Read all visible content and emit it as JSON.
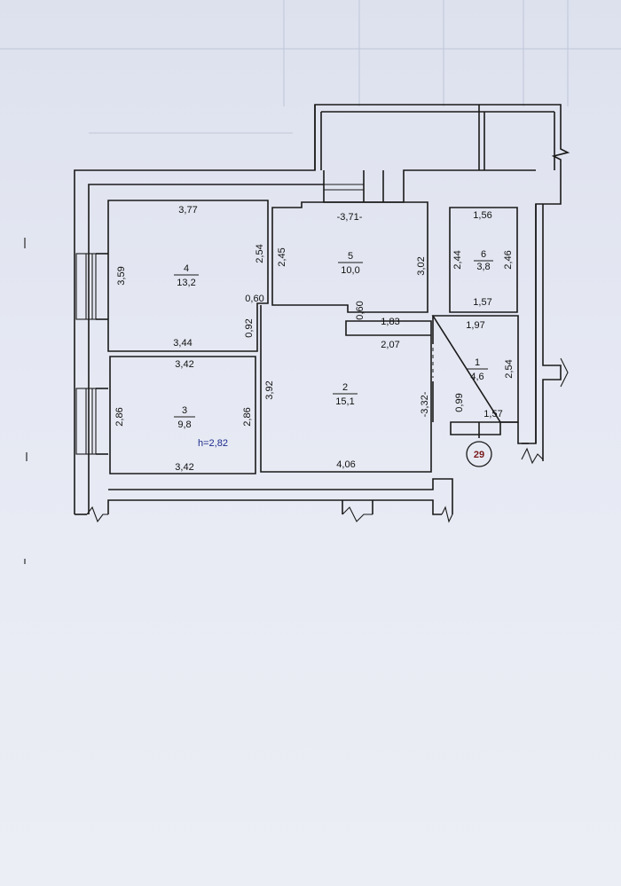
{
  "rooms": [
    {
      "number": "4",
      "area": "13,2"
    },
    {
      "number": "5",
      "area": "10,0"
    },
    {
      "number": "6",
      "area": "3,8"
    },
    {
      "number": "3",
      "area": "9,8"
    },
    {
      "number": "2",
      "area": "15,1"
    },
    {
      "number": "1",
      "area": "4,6"
    }
  ],
  "dims": {
    "r4_top": "3,77",
    "r4_left": "3,59",
    "r4_right": "2,54",
    "r4_bottom": "3,44",
    "r5_top": "-3,71-",
    "r5_left": "2,45",
    "r5_right": "3,02",
    "step_w": "0,60",
    "step_h": "0,92",
    "notch_h": "0,60",
    "notch_w": "1,83",
    "r2_top_right": "2,07",
    "r6_top": "1,56",
    "r6_left": "2,44",
    "r6_right": "2,46",
    "r6_bottom": "1,57",
    "r1_top": "1,97",
    "r1_right": "2,54",
    "r1_left": "0,99",
    "r1_bottom": "1,57",
    "r2_left": "3,92",
    "r2_right": "-3,32-",
    "r2_bottom": "4,06",
    "r3_top": "3,42",
    "r3_left": "2,86",
    "r3_right": "2,86",
    "r3_bottom": "3,42"
  },
  "height_note": "h=2,82",
  "apartment_number": "29",
  "colors": {
    "ink": "#1a1a1a",
    "note_blue": "#1b2a8c",
    "badge_red": "#7a1a1a",
    "paper": "#e4e7f1"
  }
}
